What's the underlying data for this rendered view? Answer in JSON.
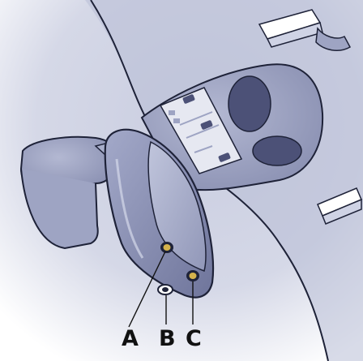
{
  "callouts": [
    {
      "letter": "A"
    },
    {
      "letter": "B"
    },
    {
      "letter": "C"
    }
  ],
  "colors": {
    "background": "#ffffff",
    "haze": "#c9cde0",
    "panel": "#b9bfd6",
    "mirror_housing": "#8d93b5",
    "mirror_glass": "#a8aecb",
    "dark_recess": "#4c5177",
    "outline": "#1e2238",
    "leader": "#111111"
  }
}
